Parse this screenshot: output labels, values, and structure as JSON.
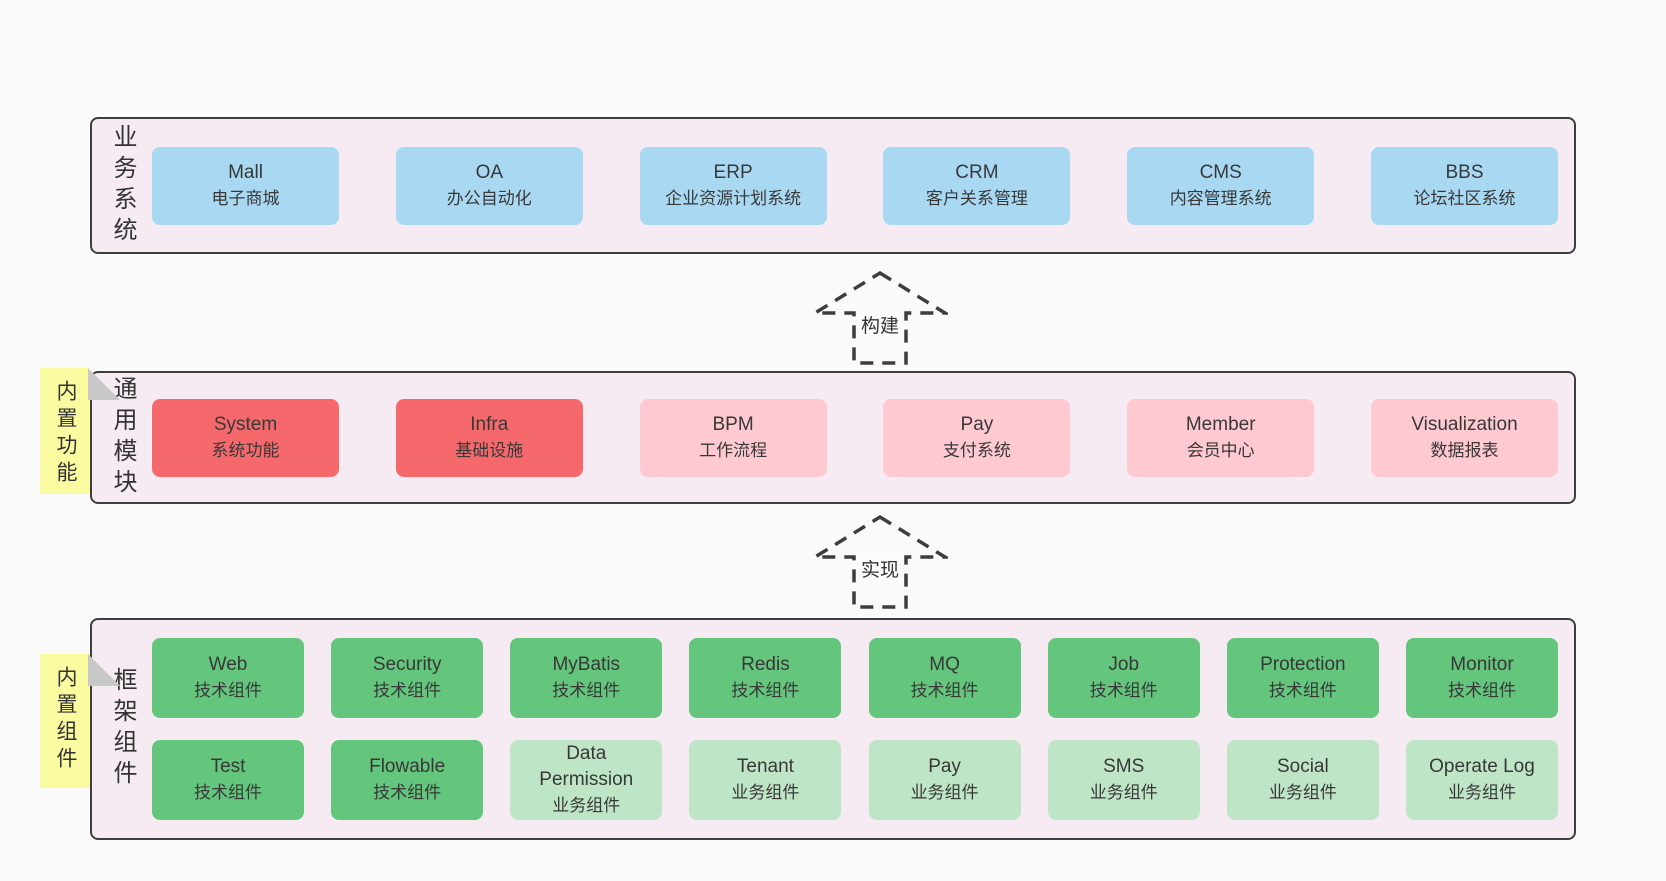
{
  "colors": {
    "page_bg": "#fafafa",
    "band_bg": "#f7ebf3",
    "band_border": "#3e3e3e",
    "blue_box": "#a9d9f2",
    "red_box": "#f5696c",
    "pink_box": "#ffc9d2",
    "green_box": "#64c57d",
    "light_green_box": "#bfe5c7",
    "sticky_note": "#fafaa0",
    "sticky_fold": "#c8c8c8",
    "text": "#383838"
  },
  "arrows": [
    {
      "label": "构建"
    },
    {
      "label": "实现"
    }
  ],
  "bands": [
    {
      "label": "业务系统",
      "boxes": [
        {
          "title": "Mall",
          "subtitle": "电子商城",
          "variant": "blue"
        },
        {
          "title": "OA",
          "subtitle": "办公自动化",
          "variant": "blue"
        },
        {
          "title": "ERP",
          "subtitle": "企业资源计划系统",
          "variant": "blue"
        },
        {
          "title": "CRM",
          "subtitle": "客户关系管理",
          "variant": "blue"
        },
        {
          "title": "CMS",
          "subtitle": "内容管理系统",
          "variant": "blue"
        },
        {
          "title": "BBS",
          "subtitle": "论坛社区系统",
          "variant": "blue"
        }
      ]
    },
    {
      "label": "通用模块",
      "sticky": "内置功能",
      "boxes": [
        {
          "title": "System",
          "subtitle": "系统功能",
          "variant": "red"
        },
        {
          "title": "Infra",
          "subtitle": "基础设施",
          "variant": "red"
        },
        {
          "title": "BPM",
          "subtitle": "工作流程",
          "variant": "pink"
        },
        {
          "title": "Pay",
          "subtitle": "支付系统",
          "variant": "pink"
        },
        {
          "title": "Member",
          "subtitle": "会员中心",
          "variant": "pink"
        },
        {
          "title": "Visualization",
          "subtitle": "数据报表",
          "variant": "pink"
        }
      ]
    },
    {
      "label": "框架组件",
      "sticky": "内置组件",
      "rows": [
        [
          {
            "title": "Web",
            "subtitle": "技术组件",
            "variant": "green"
          },
          {
            "title": "Security",
            "subtitle": "技术组件",
            "variant": "green"
          },
          {
            "title": "MyBatis",
            "subtitle": "技术组件",
            "variant": "green"
          },
          {
            "title": "Redis",
            "subtitle": "技术组件",
            "variant": "green"
          },
          {
            "title": "MQ",
            "subtitle": "技术组件",
            "variant": "green"
          },
          {
            "title": "Job",
            "subtitle": "技术组件",
            "variant": "green"
          },
          {
            "title": "Protection",
            "subtitle": "技术组件",
            "variant": "green"
          },
          {
            "title": "Monitor",
            "subtitle": "技术组件",
            "variant": "green"
          }
        ],
        [
          {
            "title": "Test",
            "subtitle": "技术组件",
            "variant": "green"
          },
          {
            "title": "Flowable",
            "subtitle": "技术组件",
            "variant": "green"
          },
          {
            "title": "Data Permission",
            "subtitle": "业务组件",
            "variant": "green-light"
          },
          {
            "title": "Tenant",
            "subtitle": "业务组件",
            "variant": "green-light"
          },
          {
            "title": "Pay",
            "subtitle": "业务组件",
            "variant": "green-light"
          },
          {
            "title": "SMS",
            "subtitle": "业务组件",
            "variant": "green-light"
          },
          {
            "title": "Social",
            "subtitle": "业务组件",
            "variant": "green-light"
          },
          {
            "title": "Operate Log",
            "subtitle": "业务组件",
            "variant": "green-light"
          }
        ]
      ]
    }
  ]
}
